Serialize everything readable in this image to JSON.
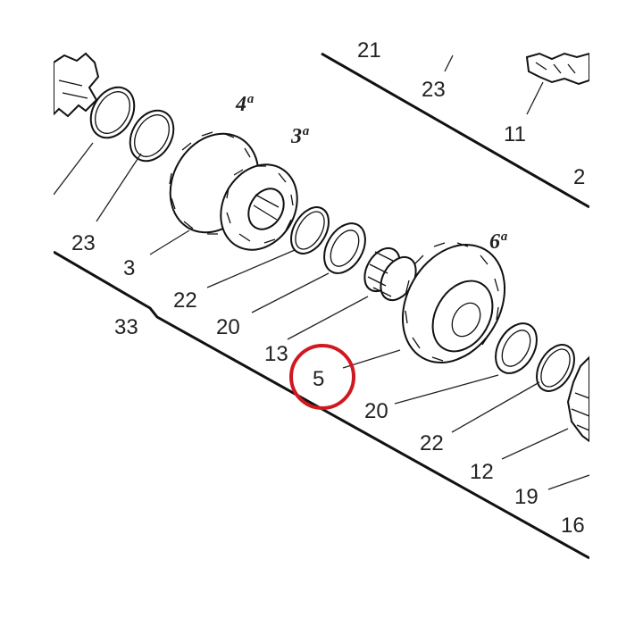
{
  "diagram": {
    "labels": [
      {
        "id": "l21",
        "text": "21"
      },
      {
        "id": "l23top",
        "text": "23"
      },
      {
        "id": "l11",
        "text": "11"
      },
      {
        "id": "l2cut",
        "text": "2"
      },
      {
        "id": "l23left",
        "text": "23"
      },
      {
        "id": "l3",
        "text": "3"
      },
      {
        "id": "l22a",
        "text": "22"
      },
      {
        "id": "l20a",
        "text": "20"
      },
      {
        "id": "l33",
        "text": "33"
      },
      {
        "id": "l13",
        "text": "13"
      },
      {
        "id": "l5",
        "text": "5"
      },
      {
        "id": "l20b",
        "text": "20"
      },
      {
        "id": "l22b",
        "text": "22"
      },
      {
        "id": "l12",
        "text": "12"
      },
      {
        "id": "l19",
        "text": "19"
      },
      {
        "id": "l16",
        "text": "16"
      }
    ],
    "gear_marks": [
      {
        "id": "g4",
        "text": "4ª"
      },
      {
        "id": "g3",
        "text": "3ª"
      },
      {
        "id": "g6",
        "text": "6ª"
      }
    ],
    "highlight": {
      "target": "5",
      "color": "#d0181f"
    }
  }
}
